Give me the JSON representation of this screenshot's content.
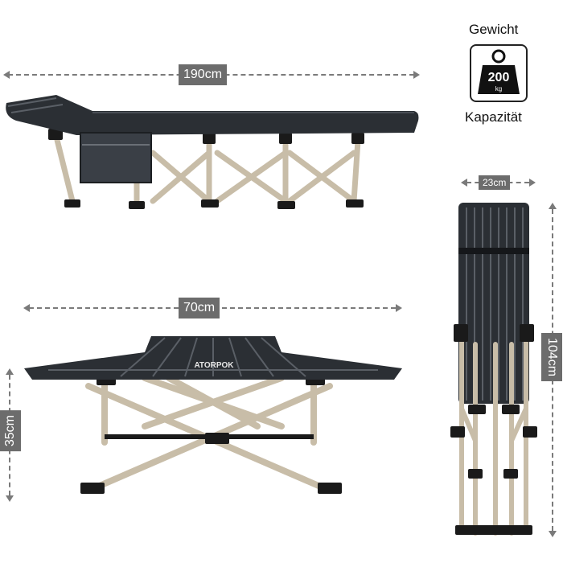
{
  "dimensions": {
    "length": "190cm",
    "width": "70cm",
    "height": "35cm",
    "folded_width": "23cm",
    "folded_length": "104cm"
  },
  "capacity": {
    "title": "Gewicht",
    "value": "200",
    "unit": "kg",
    "caption": "Kapazität"
  },
  "brand": {
    "logo_text": "ATORPOK"
  },
  "colors": {
    "fabric": "#2b2f34",
    "stripe": "#5a5f66",
    "frame": "#c8bda8",
    "joint": "#1a1a1a",
    "dim_label_bg": "#6c6c6c",
    "dim_line": "#7a7a7a"
  }
}
